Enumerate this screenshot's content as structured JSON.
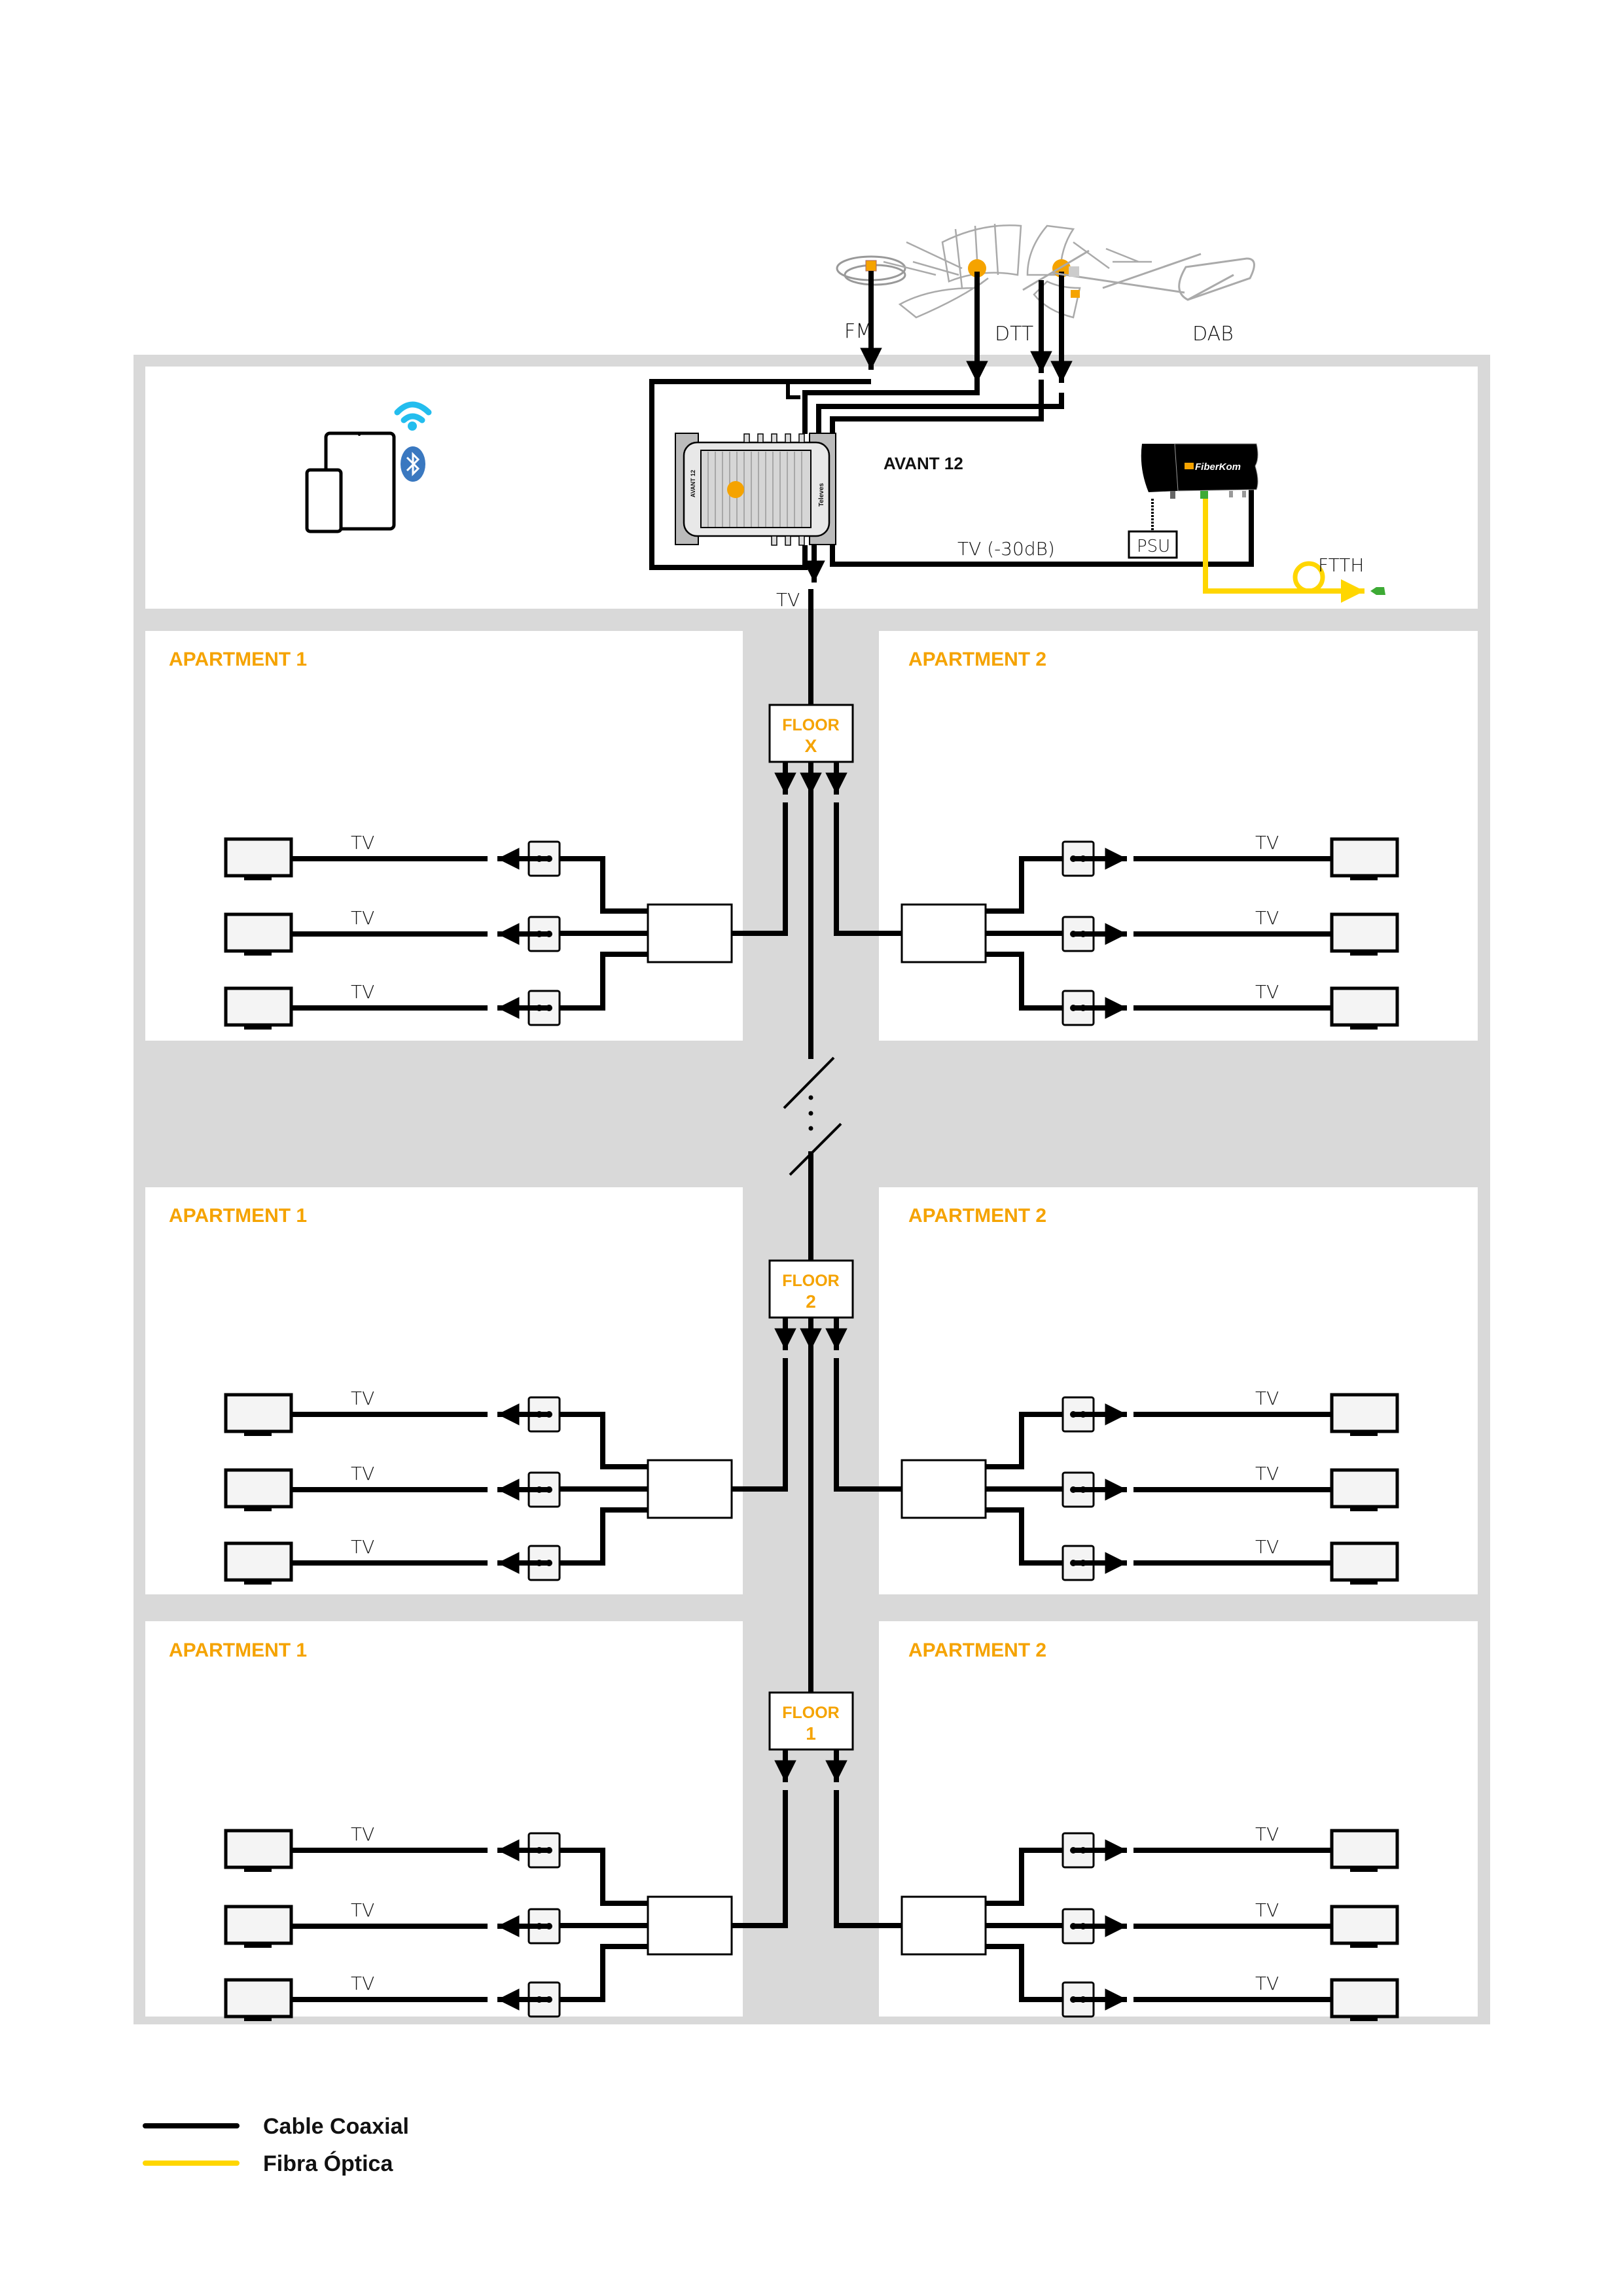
{
  "colors": {
    "frame": "#D9D9D9",
    "accent": "#F5A300",
    "coax": "#000000",
    "fiber": "#FFD600",
    "wifi": "#23BDEE",
    "bluetooth": "#3A78C0",
    "connector": "#3DAA35"
  },
  "antennas": {
    "fm_label": "FM",
    "dtt_label": "DTT",
    "dab_label": "DAB"
  },
  "headend": {
    "amplifier_label": "AVANT 12",
    "amplifier_side_text": "AVANT 12",
    "amplifier_brand": "Televes",
    "output_label": "TV",
    "test_output_label": "TV (-30dB)",
    "fiber_unit_brand": "FiberKom",
    "psu_label": "PSU",
    "ftth_label": "FTTH"
  },
  "floors": [
    {
      "box_label_line1": "FLOOR",
      "box_label_line2": "X",
      "apartments": [
        {
          "title": "APARTMENT 1",
          "tv_labels": [
            "TV",
            "TV",
            "TV"
          ]
        },
        {
          "title": "APARTMENT 2",
          "tv_labels": [
            "TV",
            "TV",
            "TV"
          ]
        }
      ]
    },
    {
      "box_label_line1": "FLOOR",
      "box_label_line2": "2",
      "apartments": [
        {
          "title": "APARTMENT 1",
          "tv_labels": [
            "TV",
            "TV",
            "TV"
          ]
        },
        {
          "title": "APARTMENT 2",
          "tv_labels": [
            "TV",
            "TV",
            "TV"
          ]
        }
      ]
    },
    {
      "box_label_line1": "FLOOR",
      "box_label_line2": "1",
      "apartments": [
        {
          "title": "APARTMENT 1",
          "tv_labels": [
            "TV",
            "TV",
            "TV"
          ]
        },
        {
          "title": "APARTMENT 2",
          "tv_labels": [
            "TV",
            "TV",
            "TV"
          ]
        }
      ]
    }
  ],
  "legend": [
    {
      "label": "Cable Coaxial",
      "color": "#000000"
    },
    {
      "label": "Fibra Óptica",
      "color": "#FFD600"
    }
  ]
}
